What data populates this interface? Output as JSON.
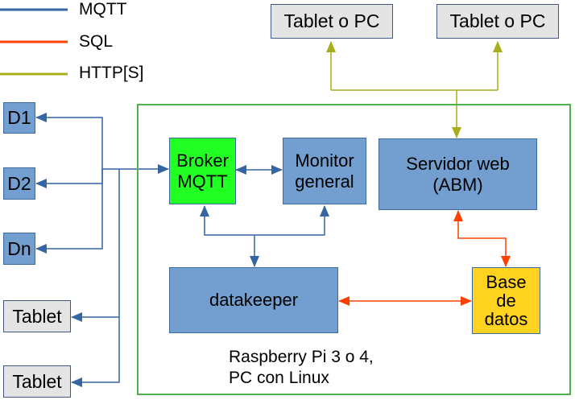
{
  "legend": {
    "mqtt": {
      "label": "MQTT",
      "color": "#3465a4"
    },
    "sql": {
      "label": "SQL",
      "color": "#ff4000"
    },
    "http": {
      "label": "HTTP[S]",
      "color": "#a8ad1b"
    }
  },
  "nodes": {
    "tablet_pc_1": "Tablet o PC",
    "tablet_pc_2": "Tablet o PC",
    "d1": "D1",
    "d2": "D2",
    "dn": "Dn",
    "tablet_1": "Tablet",
    "tablet_2": "Tablet",
    "broker_line1": "Broker",
    "broker_line2": "MQTT",
    "monitor_line1": "Monitor",
    "monitor_line2": "general",
    "web_line1": "Servidor web",
    "web_line2": "(ABM)",
    "datakeeper": "datakeeper",
    "db_line1": "Base",
    "db_line2": "de",
    "db_line3": "datos"
  },
  "platform": {
    "line1": "Raspberry Pi 3 o 4,",
    "line2": "PC con Linux"
  }
}
